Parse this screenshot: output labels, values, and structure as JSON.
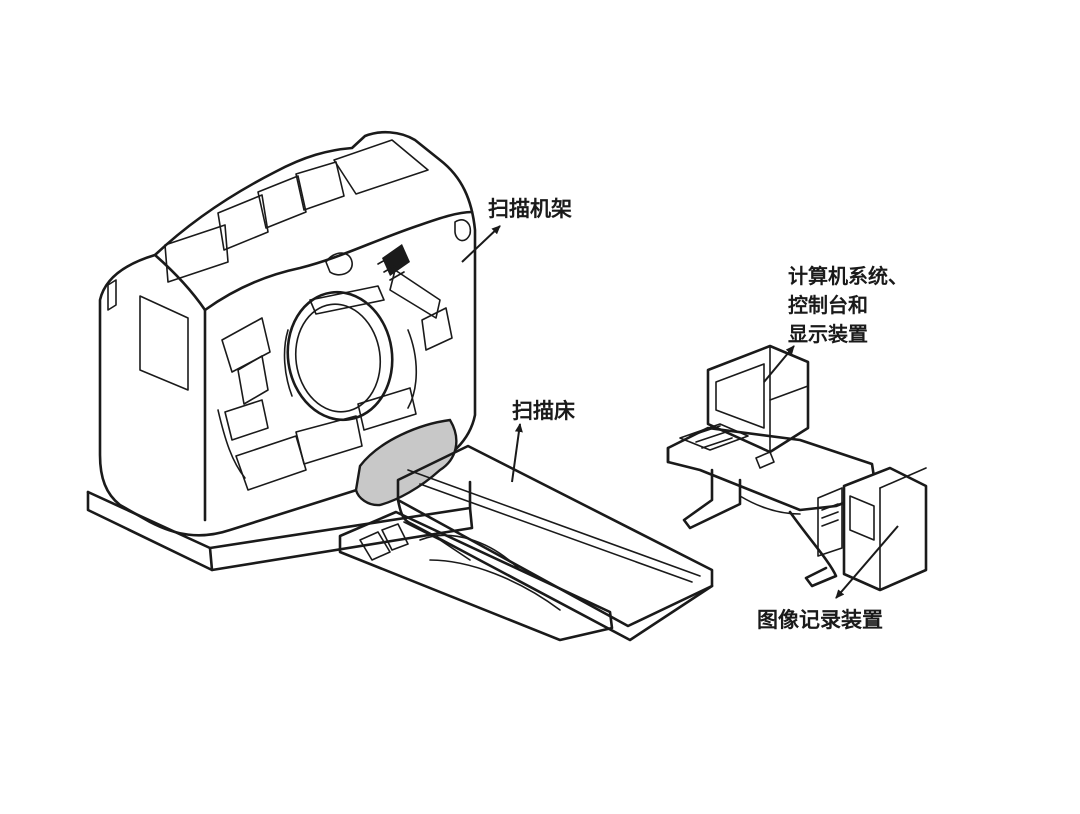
{
  "labels": {
    "gantry": "扫描机架",
    "table": "扫描床",
    "computer_line1": "计算机系统、",
    "computer_line2": "控制台和",
    "computer_line3": "显示装置",
    "recorder": "图像记录装置"
  },
  "colors": {
    "line": "#1a1a1a",
    "pad_fill": "#c8c8c8",
    "background": "#ffffff"
  }
}
